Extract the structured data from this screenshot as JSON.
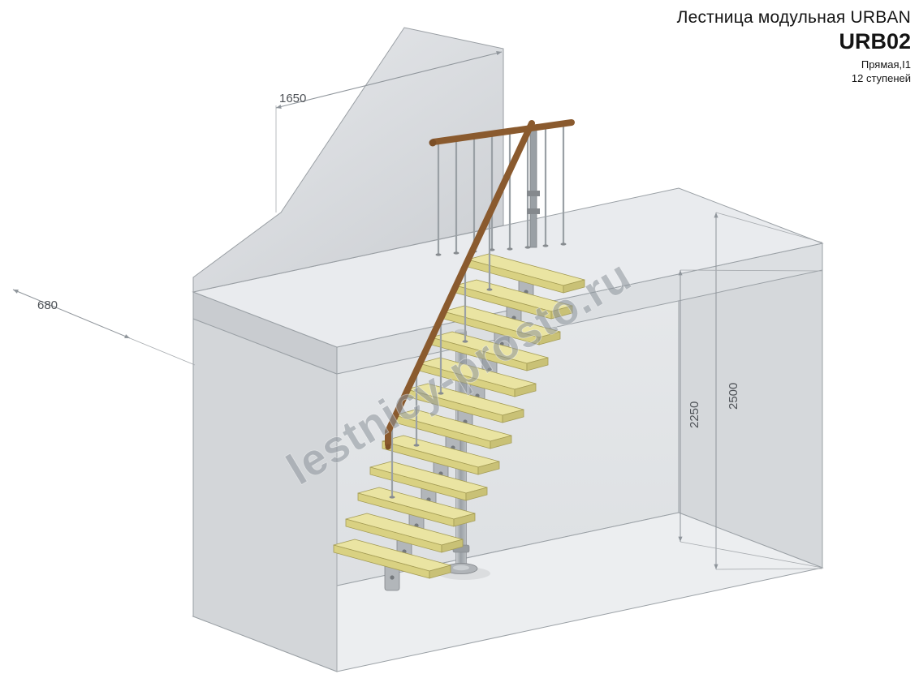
{
  "title_block": {
    "product": "Лестница модульная URBAN",
    "model": "URB02",
    "type": "Прямая,I1",
    "steps": "12 ступеней"
  },
  "dimensions": {
    "wall_length": "1650",
    "landing_depth": "680",
    "total_height": "2500",
    "clear_height": "2250"
  },
  "watermark": {
    "text": "lestnicy-prosto.ru"
  },
  "colors": {
    "tread": "#eae4a2",
    "handrail_wood": "#8a5a2e",
    "metal": "#b2b6ba",
    "dimension_line": "#8f959b",
    "wall_face": "#dfe2e5"
  }
}
